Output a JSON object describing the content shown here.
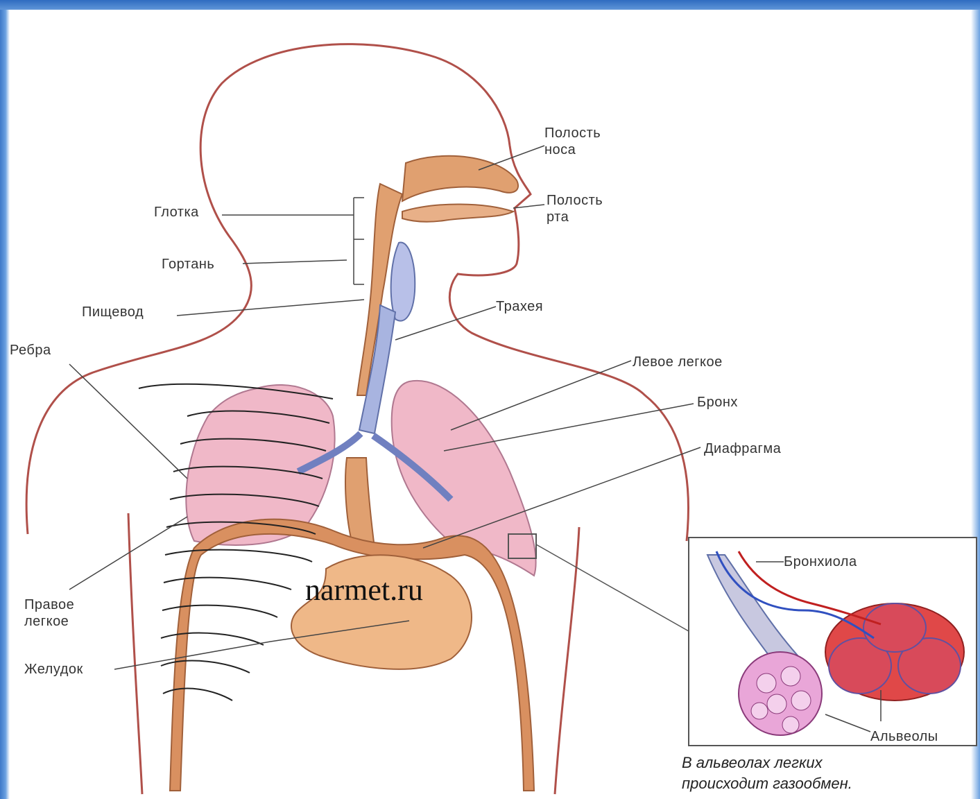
{
  "labels": {
    "nasal_cavity": "Полость\nноса",
    "oral_cavity": "Полость\nрта",
    "pharynx": "Глотка",
    "larynx": "Гортань",
    "esophagus": "Пищевод",
    "trachea": "Трахея",
    "ribs": "Ребра",
    "left_lung": "Левое легкое",
    "bronchus": "Бронх",
    "diaphragm": "Диафрагма",
    "right_lung": "Правое\nлегкое",
    "stomach": "Желудок",
    "bronchiole": "Бронхиола",
    "alveoli": "Альвеолы"
  },
  "watermark": "narmet.ru",
  "caption": "В альвеолах легких\nпроисходит газообмен.",
  "colors": {
    "body_outline": "#b0504a",
    "organ_orange": "#e0a070",
    "lung_pink": "#f0b8c8",
    "trachea_blue": "#a8b4e0",
    "frame_blue": "#3d78c8"
  }
}
